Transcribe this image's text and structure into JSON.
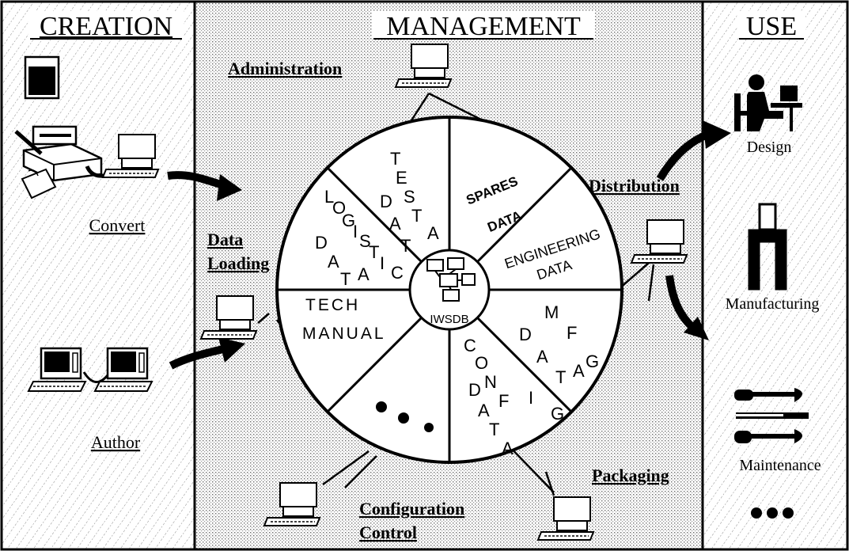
{
  "panels": {
    "creation": {
      "title": "CREATION",
      "items": [
        "Convert",
        "Author"
      ]
    },
    "management": {
      "title": "MANAGEMENT",
      "labels": {
        "administration": "Administration",
        "data_loading_line1": "Data",
        "data_loading_line2": "Loading",
        "distribution": "Distribution",
        "configuration_line1": "Configuration",
        "configuration_line2": "Control",
        "packaging": "Packaging"
      }
    },
    "use": {
      "title": "USE",
      "items": [
        "Design",
        "Manufacturing",
        "Maintenance"
      ]
    }
  },
  "wheel": {
    "hub": "IWSDB",
    "segments": {
      "test_data": "TEST DATA",
      "spares_data": "SPARES DATA",
      "engineering_data": "ENGINEERING DATA",
      "mfg_data": "MFG DATA",
      "config_data": "CONFIG DATA",
      "tech_manual": "TECH MANUAL",
      "logistic_data": "LOGISTIC DATA"
    }
  },
  "icons": [
    "terminal-icon",
    "scanner-icon",
    "document-icon",
    "workstation-icon",
    "designer-icon",
    "manufacturing-tool-icon",
    "wrench-icon",
    "arrow-icon"
  ]
}
